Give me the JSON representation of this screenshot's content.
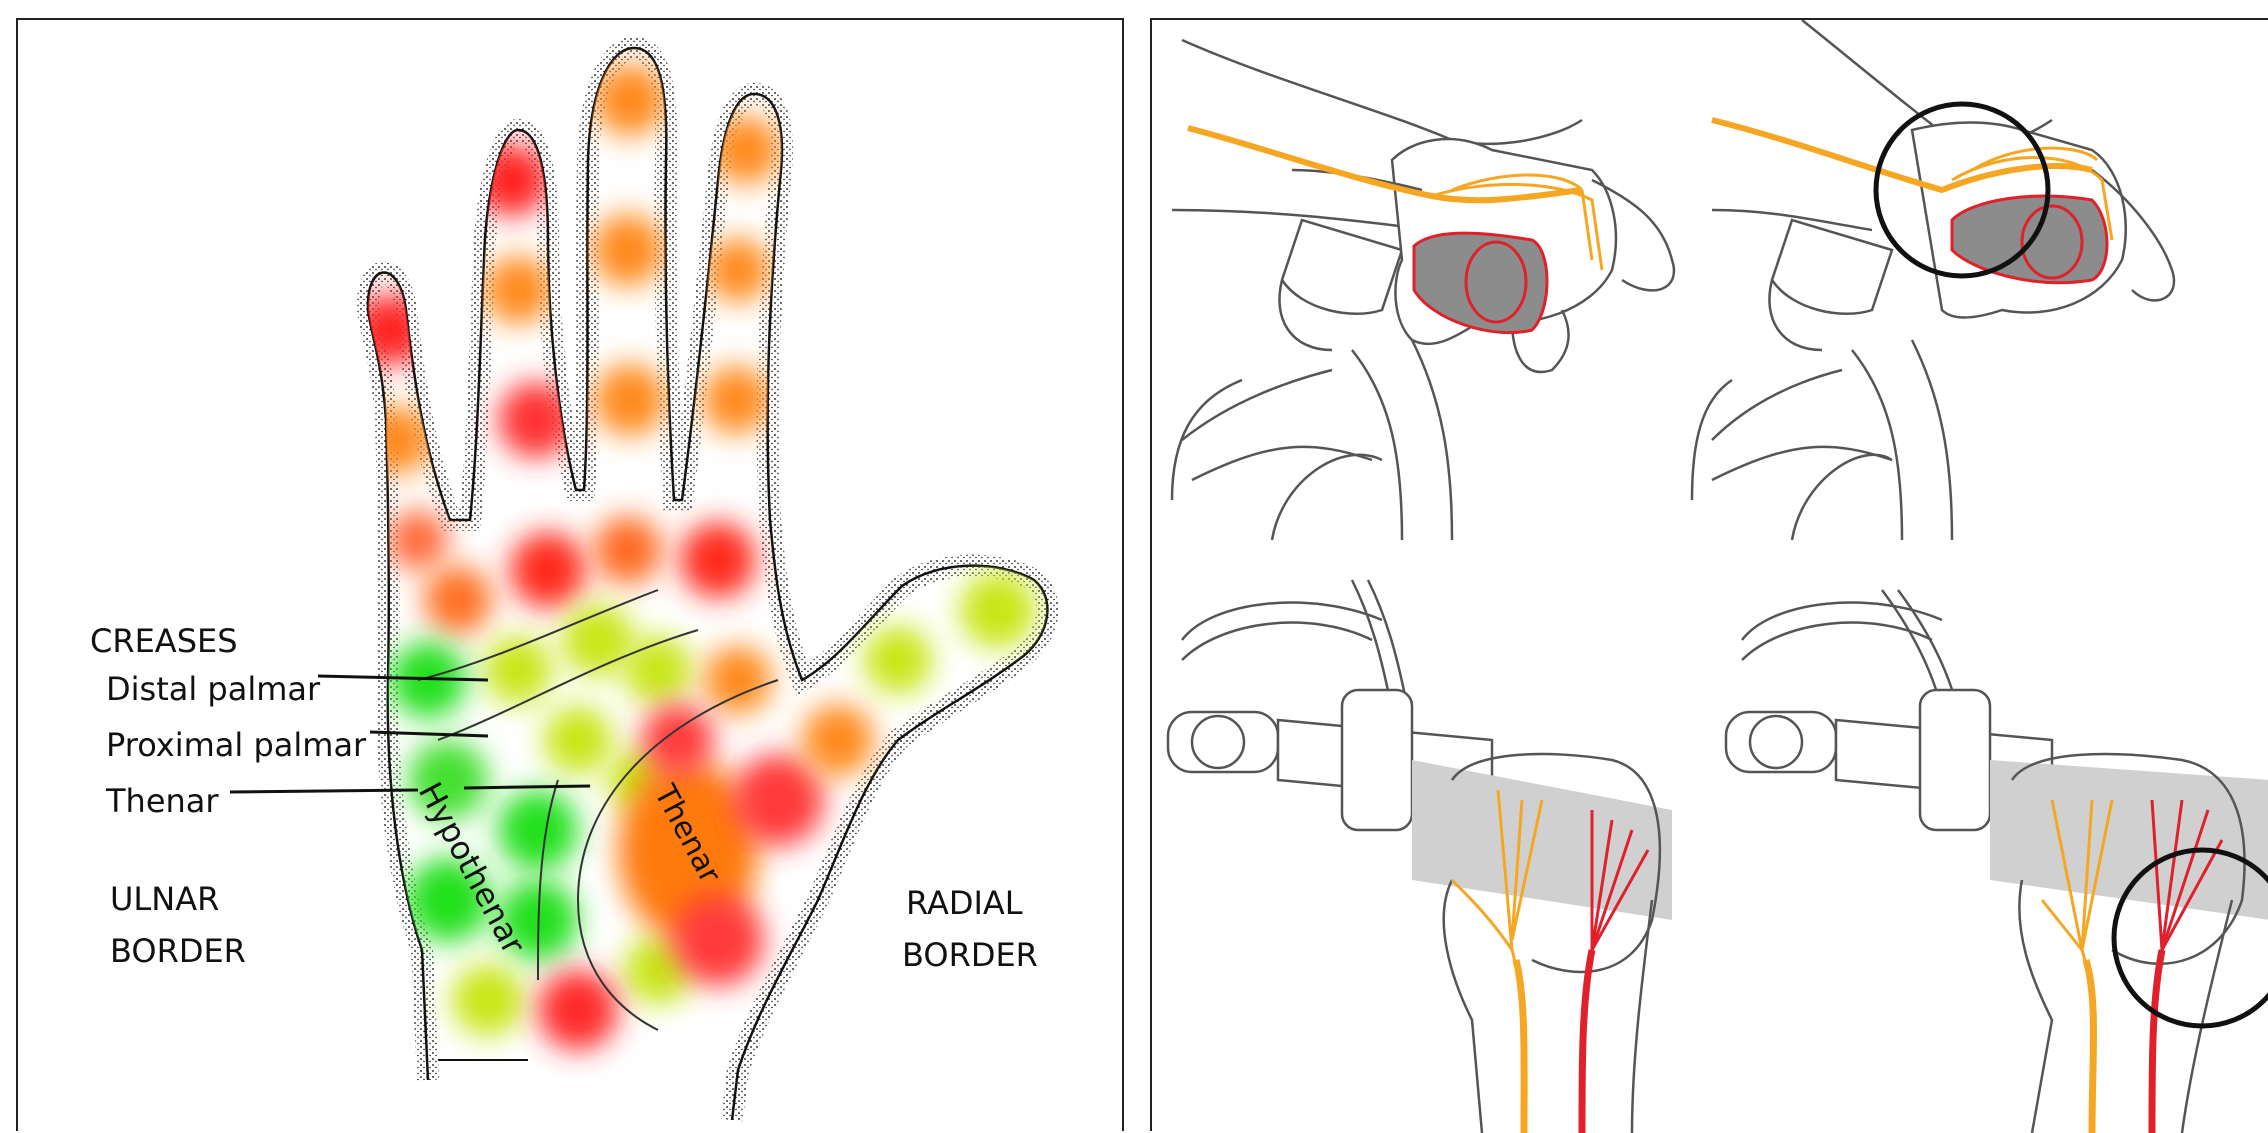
{
  "hand_diagram": {
    "creases_heading": "CREASES",
    "crease_labels": [
      "Distal palmar",
      "Proximal palmar",
      "Thenar"
    ],
    "ulnar_border": [
      "ULNAR",
      "BORDER"
    ],
    "radial_border": [
      "RADIAL",
      "BORDER"
    ],
    "region_hypothenar": "Hypothenar",
    "region_thenar": "Thenar"
  },
  "colors": {
    "heat_red": "#ff2222",
    "heat_orange": "#ff8a1a",
    "heat_yellow_green": "#c8e617",
    "heat_green": "#22e01a",
    "ulnar_nerve": "#f5a623",
    "median_nerve": "#e0202a",
    "grip_pad": "#8c8c8c",
    "highlight_circle": "#111111"
  }
}
